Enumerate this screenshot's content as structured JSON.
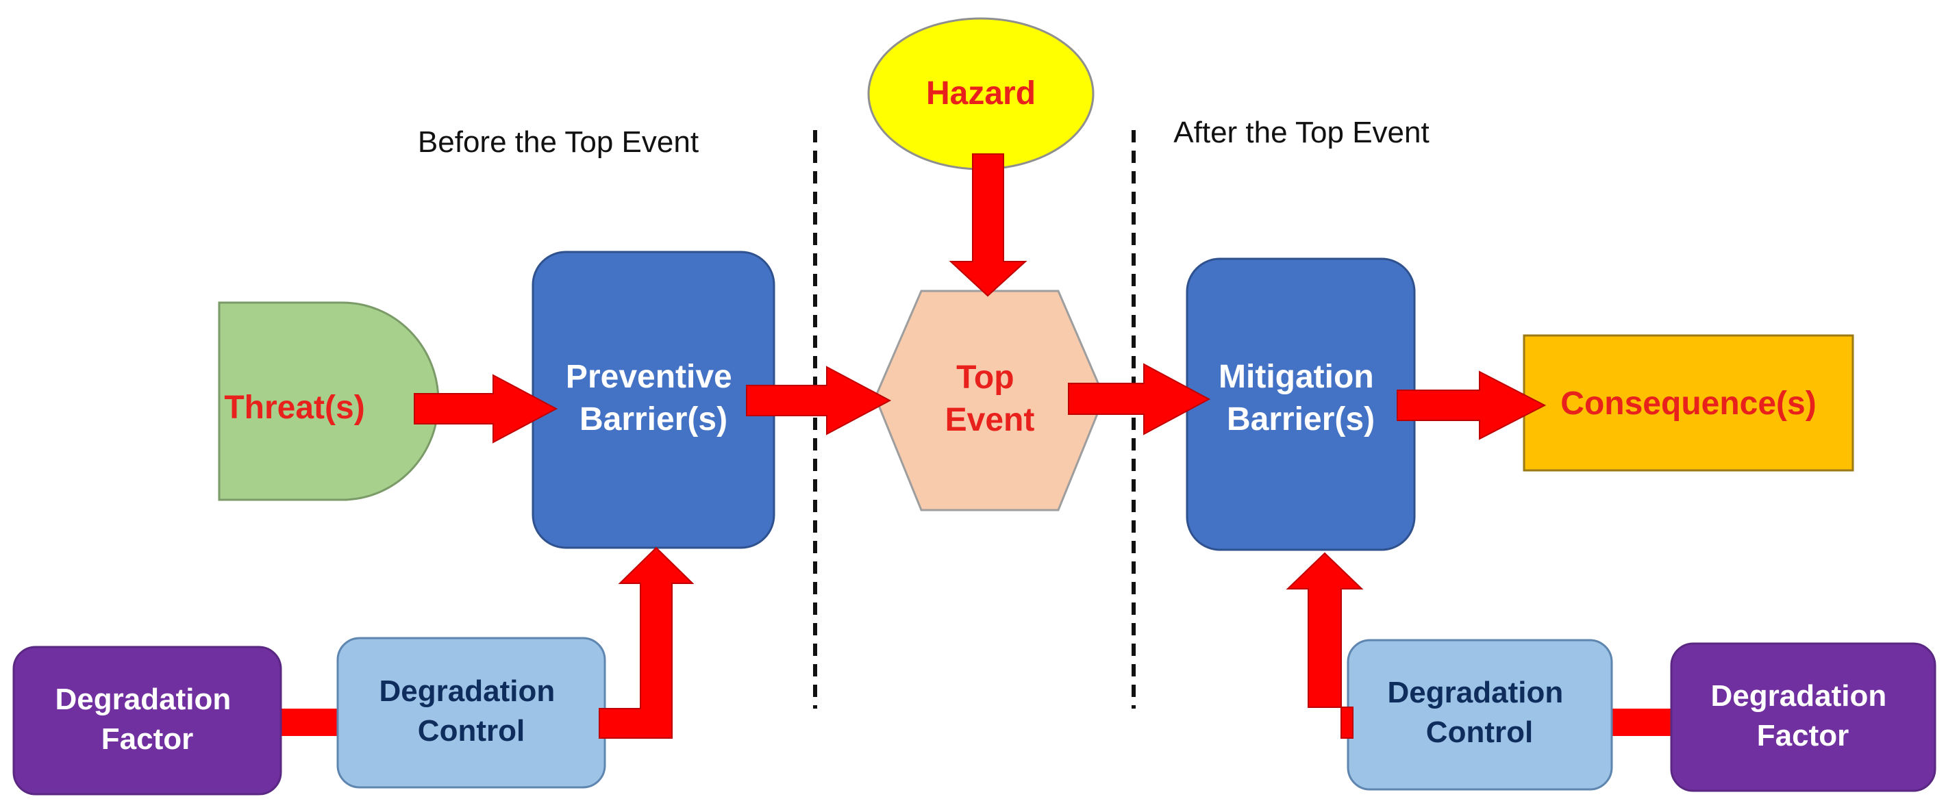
{
  "colors": {
    "arrow": "#ff0000",
    "arrow_outline": "#c00000",
    "red_text": "#e8211d",
    "white_text": "#ffffff",
    "dark_text": "#0e2d5c",
    "section_text": "#111111",
    "threat_fill": "#a8d08d",
    "threat_stroke": "#7a9a67",
    "barrier_fill": "#4472c4",
    "barrier_stroke": "#2f528f",
    "top_event_fill": "#f8cbad",
    "top_event_stroke": "#9e9e9e",
    "hazard_fill": "#ffff00",
    "hazard_stroke": "#8f8f8f",
    "consequence_fill": "#ffc000",
    "consequence_stroke": "#9b7a16",
    "degradation_factor_fill": "#7030a0",
    "degradation_factor_stroke": "#5a2783",
    "degradation_control_fill": "#9dc3e6",
    "degradation_control_stroke": "#5e86b0"
  },
  "sections": {
    "before": "Before the Top Event",
    "after": "After the Top Event"
  },
  "nodes": {
    "hazard": "Hazard",
    "threat": "Threat(s)",
    "preventive": [
      "Preventive",
      "Barrier(s)"
    ],
    "top_event": [
      "Top",
      "Event"
    ],
    "mitigation": [
      "Mitigation",
      "Barrier(s)"
    ],
    "consequence": "Consequence(s)",
    "degradation_factor_left": [
      "Degradation",
      "Factor"
    ],
    "degradation_control_left": [
      "Degradation",
      "Control"
    ],
    "degradation_control_right": [
      "Degradation",
      "Control"
    ],
    "degradation_factor_right": [
      "Degradation",
      "Factor"
    ]
  }
}
